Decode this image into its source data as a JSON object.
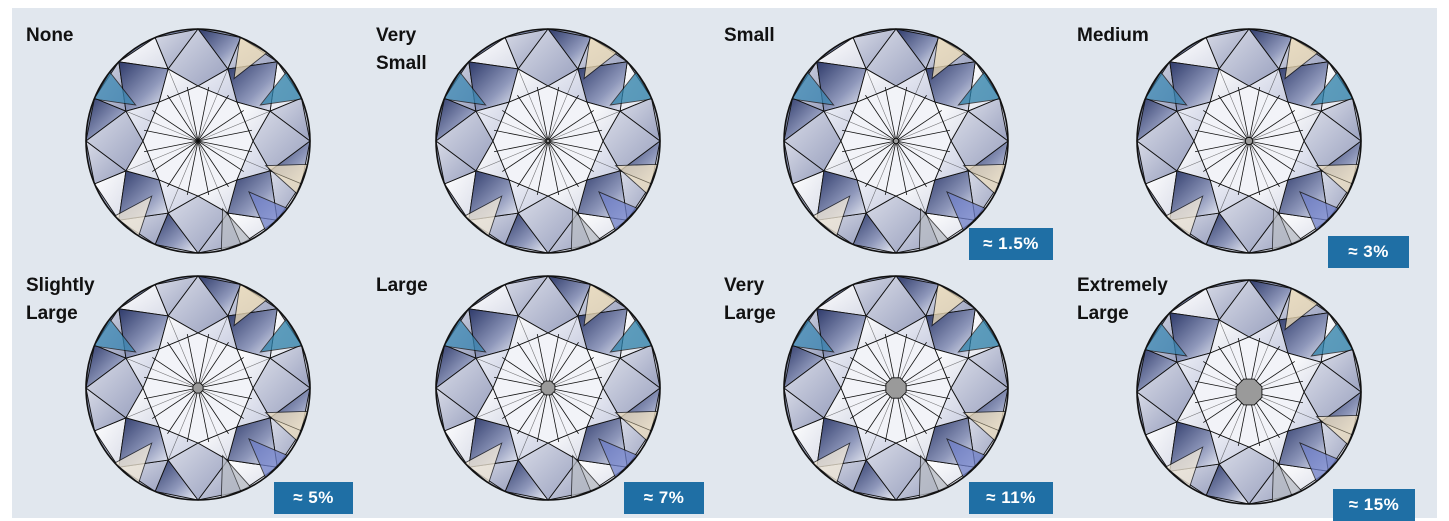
{
  "colors": {
    "background": "#e1e7ee",
    "badge": "#1f6fa5",
    "badge_text": "#ffffff",
    "culet_fill": "#9a9a9a",
    "outline": "#111111"
  },
  "culet_sizes": [
    {
      "label": "None",
      "badge": ""
    },
    {
      "label": "Very\nSmall",
      "badge": ""
    },
    {
      "label": "Small",
      "badge": "≈ 1.5%"
    },
    {
      "label": "Medium",
      "badge": "≈ 3%"
    },
    {
      "label": "Slightly\nLarge",
      "badge": "≈ 5%"
    },
    {
      "label": "Large",
      "badge": "≈ 7%"
    },
    {
      "label": "Very\nLarge",
      "badge": "≈ 11%"
    },
    {
      "label": "Extremely\nLarge",
      "badge": "≈ 15%"
    }
  ]
}
